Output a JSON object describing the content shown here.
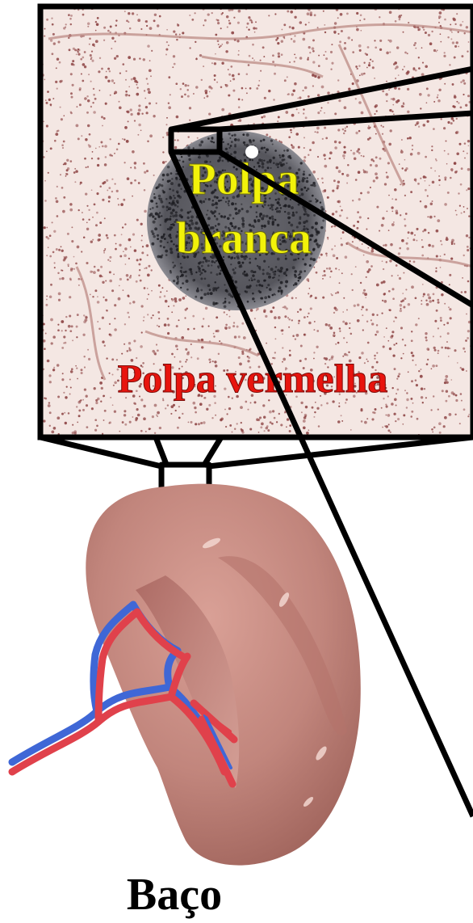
{
  "labels": {
    "white_pulp": [
      "Polpa",
      "branca"
    ],
    "red_pulp": "Polpa vermelha",
    "organ": "Baço"
  },
  "colors": {
    "white_pulp_text": "#f2f20a",
    "red_pulp_text": "#e8140e",
    "spleen": "#c98a80",
    "artery": "#e0414b",
    "vein": "#3f67d6",
    "tissue_dots": "#8a3f3f",
    "outline": "#000000"
  },
  "icons": [
    "spleen-illustration",
    "histology-section",
    "zoom-lines"
  ]
}
